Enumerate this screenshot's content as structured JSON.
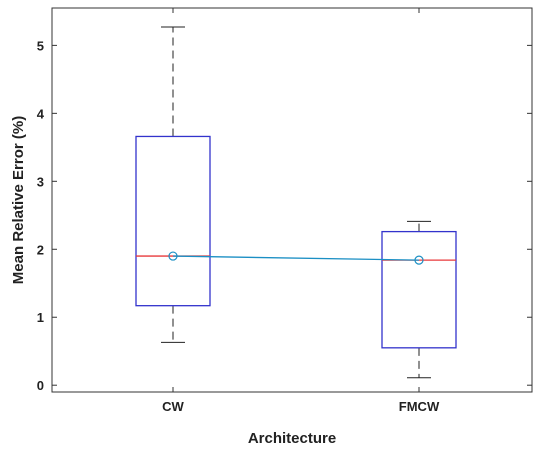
{
  "chart_data": {
    "type": "box",
    "xlabel": "Architecture",
    "ylabel": "Mean Relative Error (%)",
    "ylim": [
      -0.1,
      5.55
    ],
    "yticks": [
      0,
      1,
      2,
      3,
      4,
      5
    ],
    "categories": [
      "CW",
      "FMCW"
    ],
    "boxes": [
      {
        "category": "CW",
        "whisker_low": 0.63,
        "q1": 1.17,
        "median": 1.9,
        "q3": 3.66,
        "whisker_high": 5.27,
        "mean": 1.9
      },
      {
        "category": "FMCW",
        "whisker_low": 0.11,
        "q1": 0.55,
        "median": 1.84,
        "q3": 2.26,
        "whisker_high": 2.41,
        "mean": 1.84
      }
    ],
    "grid": false,
    "colors": {
      "box": "#3333cc",
      "median": "#e8393b",
      "whisker": "#222222",
      "mean_marker": "#1b8fc4",
      "mean_line": "#1b8fc4",
      "axes": "#333333"
    }
  }
}
